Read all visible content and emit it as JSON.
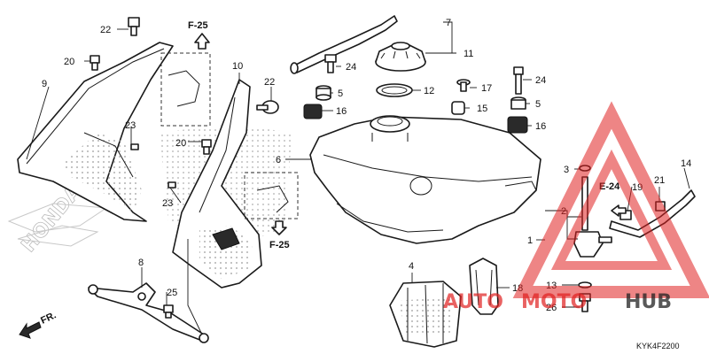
{
  "diagram_code": "KYK4F2200",
  "front_label": "FR.",
  "brand_watermark": "HONDA",
  "references": {
    "upper": "F-25",
    "lower": "F-25",
    "right": "E-24"
  },
  "watermark": {
    "word1": "AUTO",
    "word2": "MOTO",
    "word3": "HUB",
    "color": "#e02020",
    "dark": "#222222"
  },
  "callouts": {
    "c1": "1",
    "c2": "2",
    "c3": "3",
    "c4": "4",
    "c5a": "5",
    "c5b": "5",
    "c6": "6",
    "c7": "7",
    "c8": "8",
    "c9": "9",
    "c10": "10",
    "c11": "11",
    "c12": "12",
    "c13": "13",
    "c14": "14",
    "c15": "15",
    "c16a": "16",
    "c16b": "16",
    "c17": "17",
    "c18": "18",
    "c19": "19",
    "c20a": "20",
    "c20b": "20",
    "c21": "21",
    "c22a": "22",
    "c22b": "22",
    "c23a": "23",
    "c23b": "23",
    "c24a": "24",
    "c24b": "24",
    "c25": "25",
    "c26": "26"
  }
}
